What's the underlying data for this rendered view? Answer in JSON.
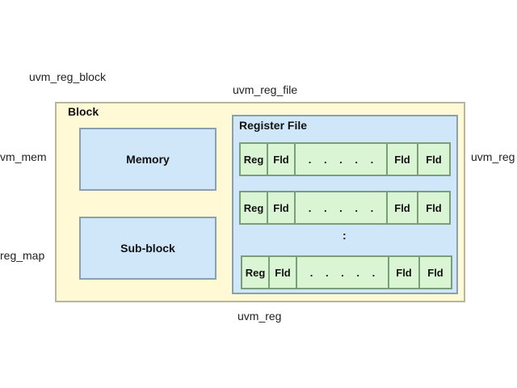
{
  "labels": {
    "uvm_reg_block": "uvm_reg_block",
    "uvm_reg_file": "uvm_reg_file",
    "uvm_mem": "vm_mem",
    "uvm_reg_right": "uvm_reg",
    "uvm_reg_map": "reg_map",
    "uvm_reg_bottom": "uvm_reg"
  },
  "block": {
    "title": "Block",
    "memory": "Memory",
    "subblock": "Sub-block"
  },
  "register_file": {
    "title": "Register File",
    "rows": [
      {
        "reg": "Reg",
        "fld1": "Fld",
        "dots": ". . . . .",
        "fld2": "Fld",
        "fld3": "Fld"
      },
      {
        "reg": "Reg",
        "fld1": "Fld",
        "dots": ". . . . .",
        "fld2": "Fld",
        "fld3": "Fld"
      },
      {
        "reg": "Reg",
        "fld1": "Fld",
        "dots": ". . . . .",
        "fld2": "Fld",
        "fld3": "Fld"
      }
    ],
    "vertical_dots": ":"
  },
  "colors": {
    "block_fill": "#fff9d6",
    "blue_fill": "#cfe7f8",
    "green_fill": "#d9f5d3"
  }
}
